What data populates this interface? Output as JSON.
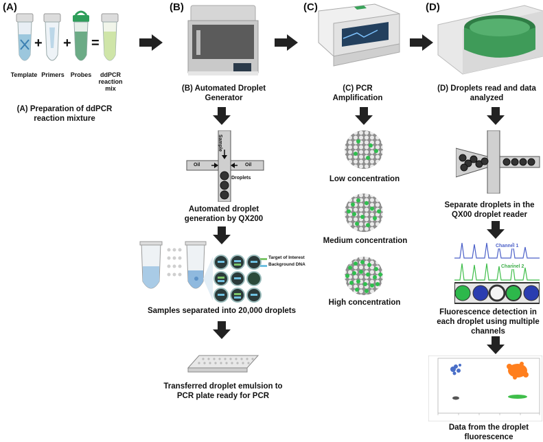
{
  "panels": {
    "a": {
      "letter": "(A)",
      "tubes": [
        "Template",
        "Primers",
        "Probes",
        "ddPCR reaction mix"
      ],
      "ops": [
        "+",
        "+",
        "="
      ],
      "caption": "(A) Preparation of ddPCR reaction mixture"
    },
    "b": {
      "letter": "(B)",
      "caption": "(B) Automated Droplet Generator",
      "channel_labels": {
        "sample": "Sample",
        "oil_left": "Oil",
        "oil_right": "Oil",
        "droplets": "Droplets"
      },
      "step2": "Automated droplet generation by QX200",
      "legend": {
        "target": "Target of Interest",
        "background": "Background DNA"
      },
      "step3": "Samples separated into 20,000 droplets",
      "step4": "Transferred droplet emulsion to PCR plate ready for PCR"
    },
    "c": {
      "letter": "(C)",
      "caption": "(C) PCR Amplification",
      "levels": [
        "Low concentration",
        "Medium  concentration",
        "High  concentration"
      ]
    },
    "d": {
      "letter": "(D)",
      "caption": "(D) Droplets read and data analyzed",
      "step2": "Separate droplets in the QX00 droplet reader",
      "channels": [
        "Channel 1",
        "Channel 2"
      ],
      "step3": "Fluorescence detection in each droplet using multiple channels",
      "step4": "Data from the droplet fluorescence"
    }
  },
  "colors": {
    "arrow": "#222222",
    "blue": "#4a6fc8",
    "green": "#3fae4a",
    "orange": "#ff7f1e",
    "droplet_green": "#2db84b",
    "grey": "#bdbdbd"
  }
}
